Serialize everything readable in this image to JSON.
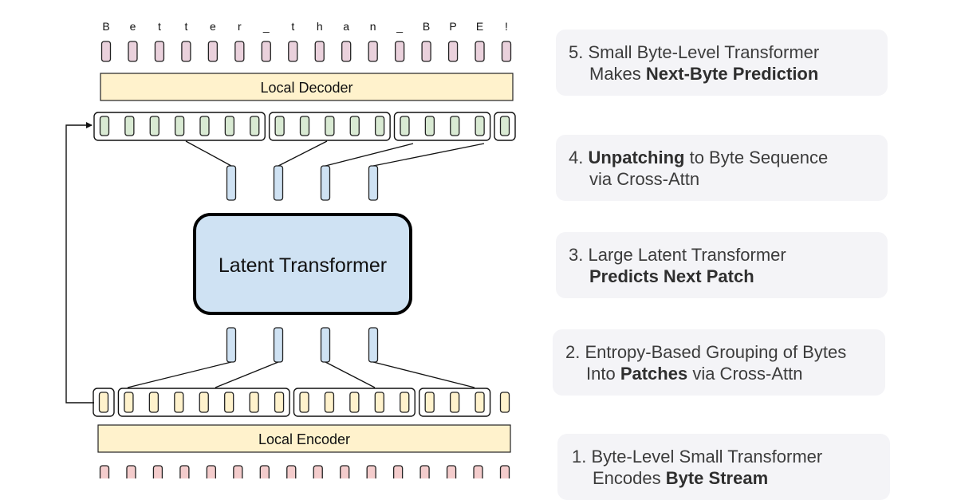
{
  "output_bytes": [
    "B",
    "e",
    "t",
    "t",
    "e",
    "r",
    "_",
    "t",
    "h",
    "a",
    "n",
    "_",
    "B",
    "P",
    "E",
    "!"
  ],
  "local_decoder_label": "Local Decoder",
  "local_encoder_label": "Local Encoder",
  "latent_transformer_label": "Latent Transformer",
  "decoder_patch_groups": [
    7,
    5,
    4,
    1
  ],
  "encoder_patch_groups": [
    1,
    7,
    5,
    3
  ],
  "steps": [
    {
      "number": "5.",
      "line1": [
        {
          "text": "Small Byte-Level Transformer",
          "bold": false
        }
      ],
      "line2": [
        {
          "text": "Makes ",
          "bold": false
        },
        {
          "text": "Next-Byte Prediction",
          "bold": true
        }
      ]
    },
    {
      "number": "4.",
      "line1": [
        {
          "text": "Unpatching",
          "bold": true
        },
        {
          "text": " to Byte Sequence",
          "bold": false
        }
      ],
      "line2": [
        {
          "text": "via Cross-Attn",
          "bold": false
        }
      ]
    },
    {
      "number": "3.",
      "line1": [
        {
          "text": "Large Latent Transformer",
          "bold": false
        }
      ],
      "line2": [
        {
          "text": "Predicts Next Patch",
          "bold": true
        }
      ]
    },
    {
      "number": "2.",
      "line1": [
        {
          "text": "Entropy-Based Grouping of Bytes",
          "bold": false
        }
      ],
      "line2": [
        {
          "text": "Into ",
          "bold": false
        },
        {
          "text": "Patches",
          "bold": true
        },
        {
          "text": " via Cross-Attn",
          "bold": false
        }
      ]
    },
    {
      "number": "1.",
      "line1": [
        {
          "text": "Byte-Level Small Transformer",
          "bold": false
        }
      ],
      "line2": [
        {
          "text": "Encodes ",
          "bold": false
        },
        {
          "text": "Byte Stream",
          "bold": true
        }
      ]
    }
  ],
  "colors": {
    "output_token": "#ead1dc",
    "decoder_token": "#d9ead3",
    "encoder_token": "#fff2cc",
    "input_token": "#f4cccc",
    "patch_token": "#cfe2f3",
    "latent_box": "#cfe2f3",
    "local_block": "#fff2cc",
    "step_card": "#f4f4f7"
  }
}
